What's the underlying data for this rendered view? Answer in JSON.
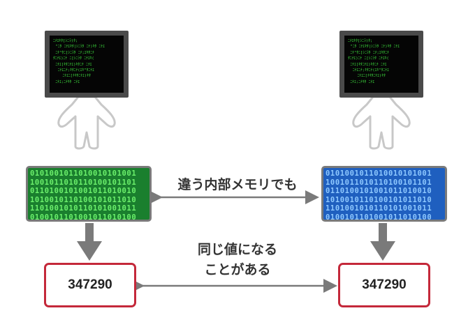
{
  "labels": {
    "different_memory": "違う内部メモリでも",
    "same_value_line1": "同じ値になる",
    "same_value_line2": "ことがある"
  },
  "left": {
    "value": "347290",
    "memory_color": "#1fa83a"
  },
  "right": {
    "value": "347290",
    "memory_color": "#2b72d6"
  },
  "colors": {
    "arrow": "#7a7a7a",
    "value_border": "#c4283a",
    "screen_code": "#3fe23f"
  },
  "icons": {
    "monitor_head": "computer-monitor-icon",
    "body": "person-outline-icon"
  }
}
